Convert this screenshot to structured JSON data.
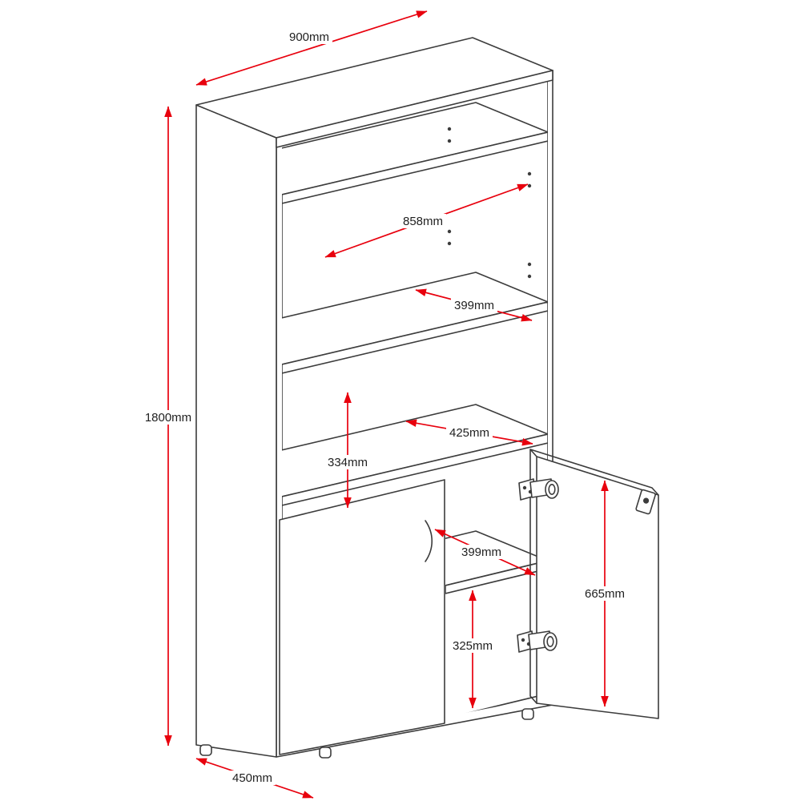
{
  "colors": {
    "dimension_red": "#e8000d",
    "drawing_line": "#3c3c3c",
    "label_text": "#1f1f1f",
    "background": "#ffffff"
  },
  "dimensions": {
    "top_width": "900mm",
    "overall_height": "1800mm",
    "depth": "450mm",
    "internal_width_diagonal": "858mm",
    "shelf_depth_upper": "399mm",
    "shelf_depth_middle": "425mm",
    "section_height_upper": "334mm",
    "shelf_width_lower": "399mm",
    "section_height_lower": "325mm",
    "door_height": "665mm"
  }
}
